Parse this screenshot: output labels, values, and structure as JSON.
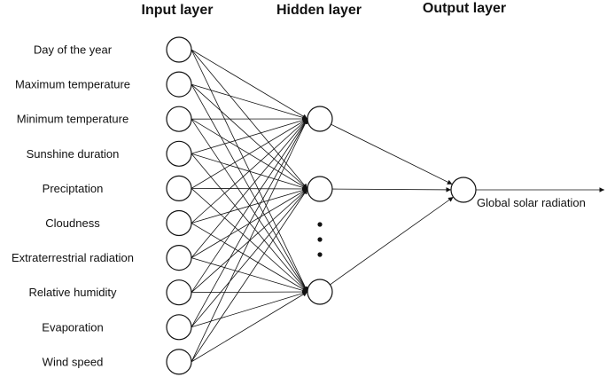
{
  "layers": {
    "input_title": "Input layer",
    "hidden_title": "Hidden layer",
    "output_title": "Output layer"
  },
  "inputs": [
    "Day of the year",
    "Maximum temperature",
    "Minimum temperature",
    "Sunshine duration",
    "Preciptation",
    "Cloudness",
    "Extraterrestrial radiation",
    "Relative humidity",
    "Evaporation",
    "Wind speed"
  ],
  "hidden_visible_nodes": 3,
  "hidden_ellipsis": true,
  "output": "Global solar radiation",
  "colors": {
    "stroke": "#111111",
    "fill": "#ffffff"
  }
}
